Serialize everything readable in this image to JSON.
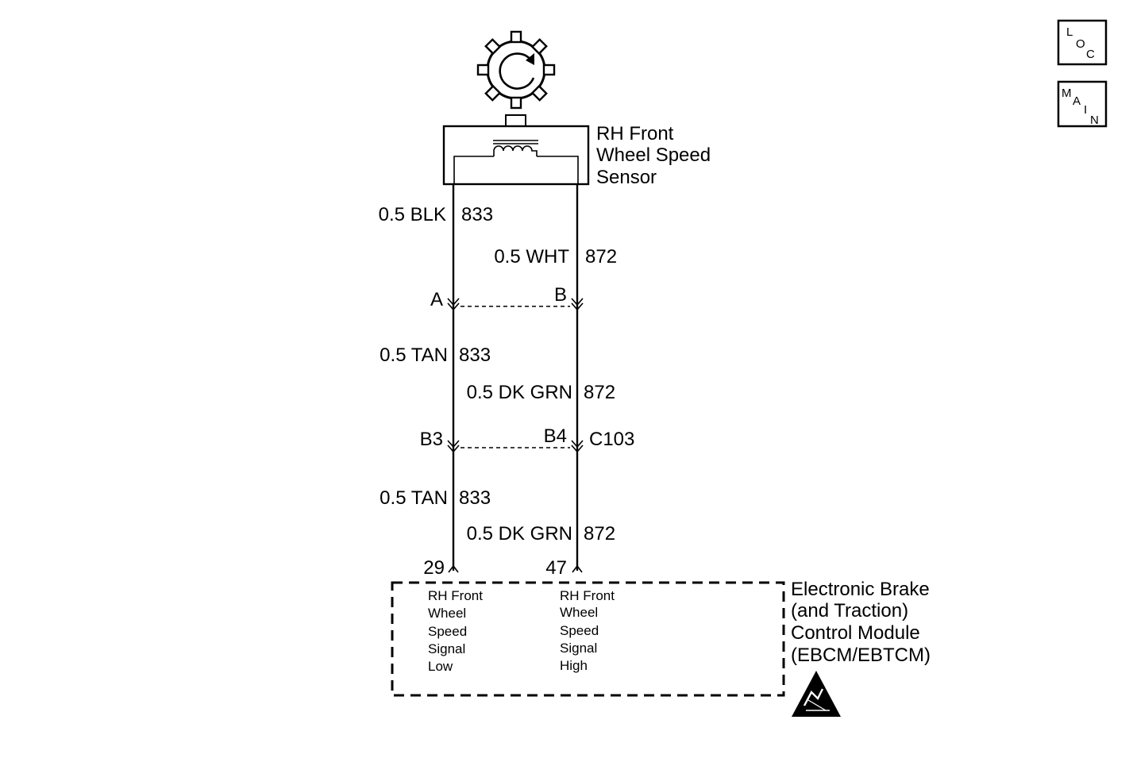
{
  "sensor": {
    "name_line1": "RH Front",
    "name_line2": "Wheel Speed",
    "name_line3": "Sensor"
  },
  "wires": {
    "left_top_gauge_color": "0.5 BLK",
    "left_top_circuit": "833",
    "right_top_gauge_color": "0.5 WHT",
    "right_top_circuit": "872",
    "left_mid_gauge_color": "0.5 TAN",
    "left_mid_circuit": "833",
    "right_mid_gauge_color": "0.5 DK GRN",
    "right_mid_circuit": "872",
    "left_bot_gauge_color": "0.5 TAN",
    "left_bot_circuit": "833",
    "right_bot_gauge_color": "0.5 DK GRN",
    "right_bot_circuit": "872"
  },
  "connectors": {
    "sensor_pin_left": "A",
    "sensor_pin_right": "B",
    "c103_pin_left": "B3",
    "c103_pin_right": "B4",
    "c103_name": "C103",
    "module_pin_left": "29",
    "module_pin_right": "47"
  },
  "module": {
    "name_line1": "Electronic Brake",
    "name_line2": "(and Traction)",
    "name_line3": "Control Module",
    "name_line4": "(EBCM/EBTCM)",
    "pin_left_desc": [
      "RH Front",
      "Wheel",
      "Speed",
      "Signal",
      "Low"
    ],
    "pin_right_desc": [
      "RH Front",
      "Wheel",
      "Speed",
      "Signal",
      "High"
    ]
  },
  "nav": {
    "loc_letters": [
      "L",
      "O",
      "C"
    ],
    "main_letters": [
      "M",
      "A",
      "I",
      "N"
    ]
  }
}
